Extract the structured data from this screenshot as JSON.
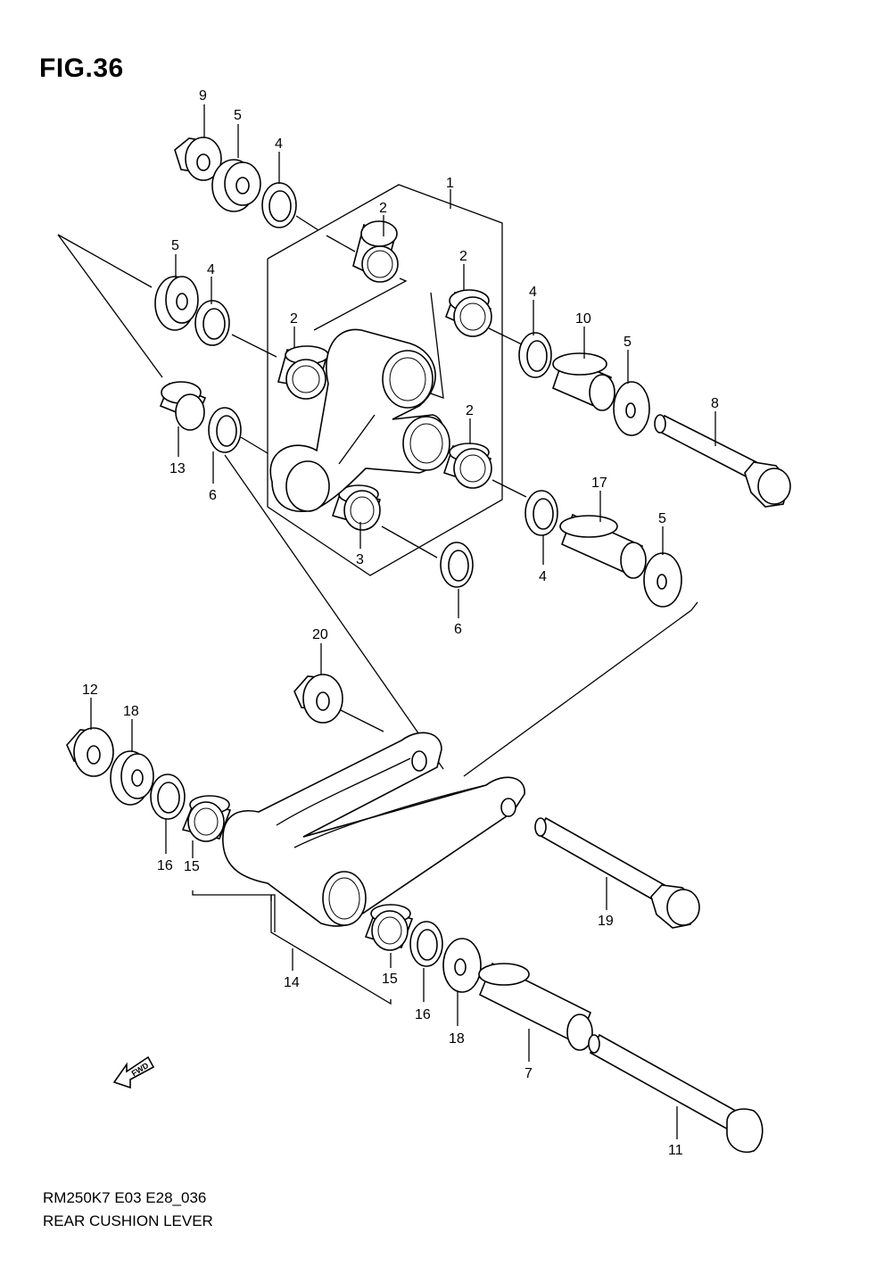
{
  "figure": {
    "title": "FIG.36",
    "code": "RM250K7 E03 E28_036",
    "name": "REAR CUSHION LEVER"
  },
  "fwd_label": "FWD",
  "callouts": {
    "c1": "1",
    "c2a": "2",
    "c2b": "2",
    "c2c": "2",
    "c2d": "2",
    "c3": "3",
    "c4a": "4",
    "c4b": "4",
    "c4c": "4",
    "c4d": "4",
    "c5a": "5",
    "c5b": "5",
    "c5c": "5",
    "c5d": "5",
    "c6a": "6",
    "c6b": "6",
    "c7": "7",
    "c8": "8",
    "c9": "9",
    "c10": "10",
    "c11": "11",
    "c12": "12",
    "c13": "13",
    "c14": "14",
    "c15a": "15",
    "c15b": "15",
    "c16a": "16",
    "c16b": "16",
    "c17": "17",
    "c18a": "18",
    "c18b": "18",
    "c19": "19",
    "c20": "20"
  }
}
